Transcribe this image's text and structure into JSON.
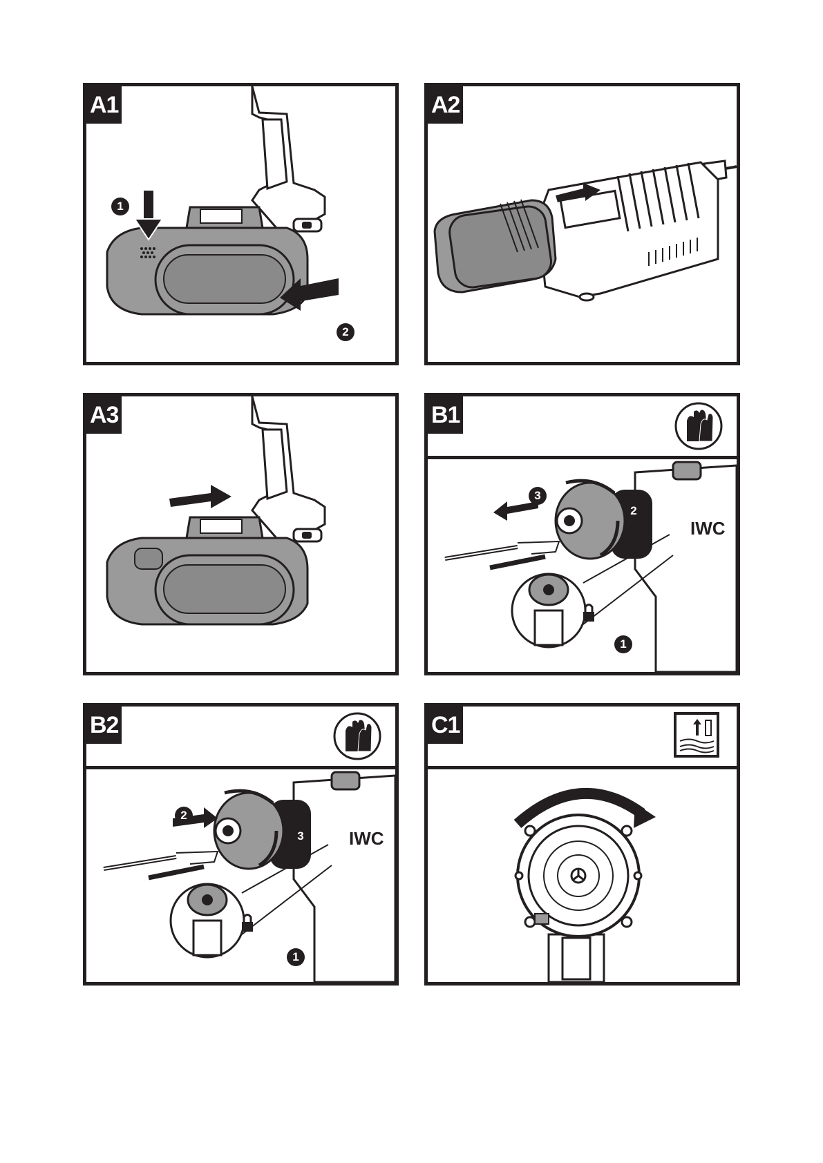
{
  "panels": {
    "a1": {
      "label": "A1",
      "steps": [
        "1",
        "2"
      ]
    },
    "a2": {
      "label": "A2"
    },
    "a3": {
      "label": "A3"
    },
    "b1": {
      "label": "B1",
      "steps": [
        "1",
        "2",
        "3"
      ],
      "brand": "IWC"
    },
    "b2": {
      "label": "B2",
      "steps": [
        "1",
        "2",
        "3"
      ],
      "brand": "IWC"
    },
    "c1": {
      "label": "C1"
    }
  },
  "icons": {
    "gloves": "gloves-icon",
    "lock": "lock-icon",
    "arrow": "arrow-icon"
  },
  "colors": {
    "ink": "#231f20",
    "fill": "#9a9a9a",
    "paper": "#ffffff"
  }
}
